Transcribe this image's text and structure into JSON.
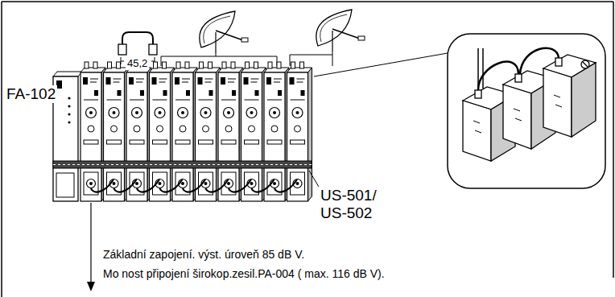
{
  "diagram": {
    "labels": [
      "45,2",
      "FA-102",
      "US-501/ US-502",
      "Základní zapojení. výst. úroveň 85 dB V.",
      "Mo nost připojení širokop.zesil.PA-004 ( max. 116 dB V)."
    ]
  }
}
